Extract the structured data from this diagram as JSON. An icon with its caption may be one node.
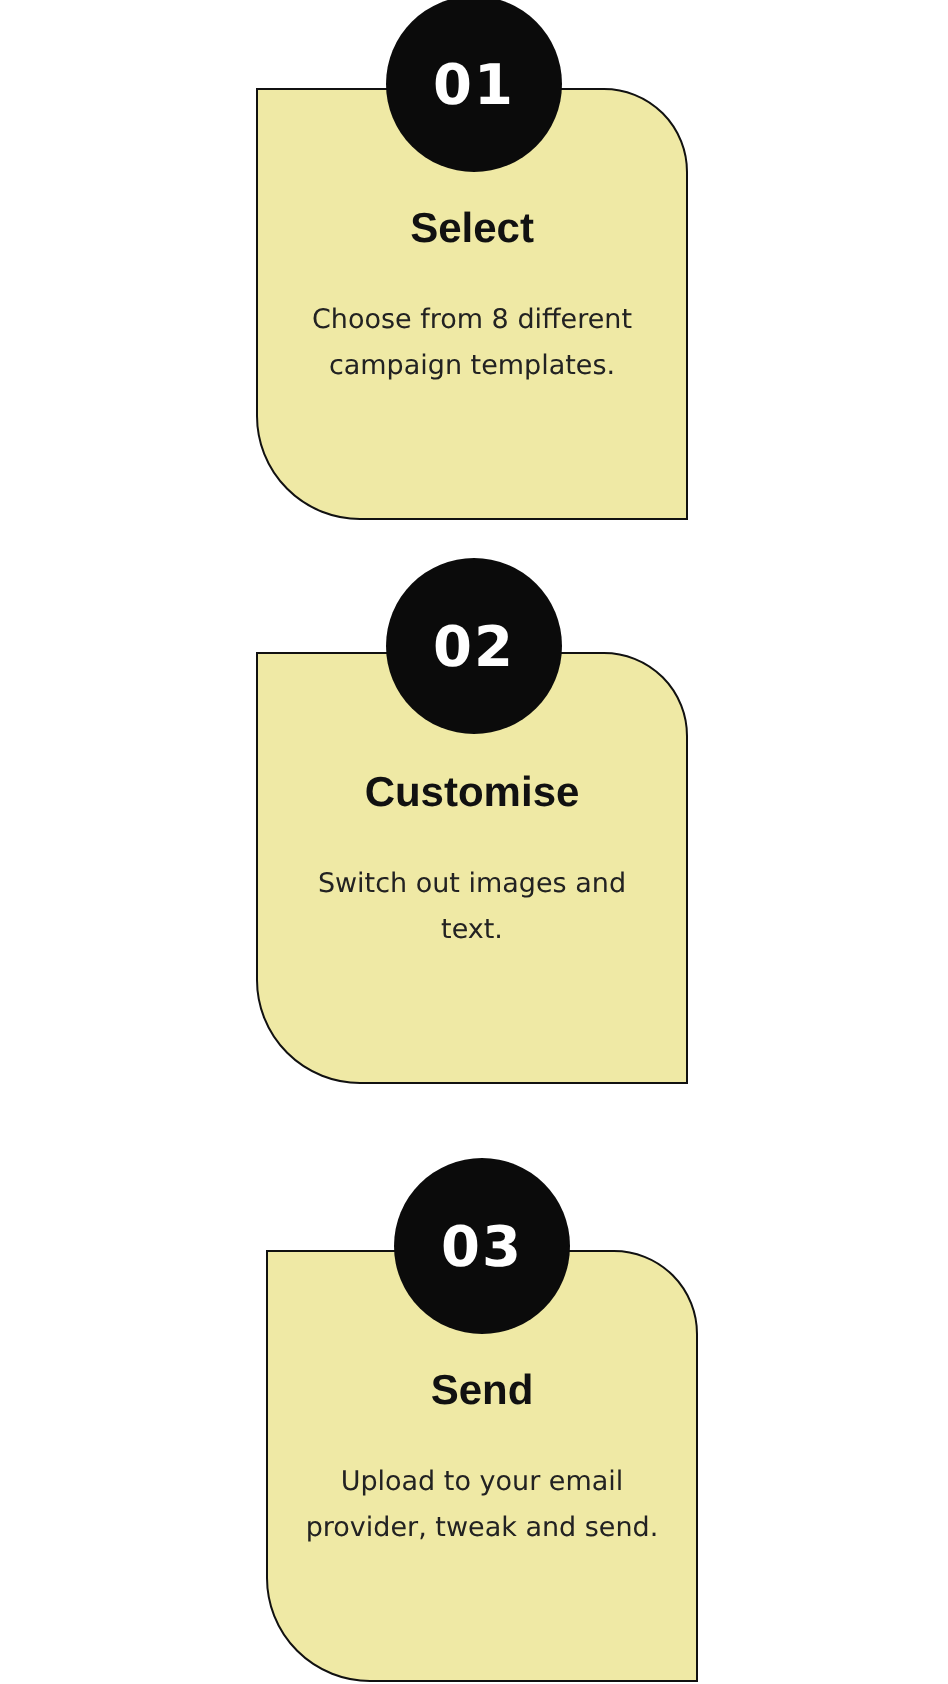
{
  "diagram": {
    "nodes": [
      {
        "text": [
          "01"
        ]
      },
      {
        "text": [
          "Select",
          "Choose from 8 different campaign templates."
        ]
      },
      {
        "text": [
          "02"
        ]
      },
      {
        "text": [
          "Customise",
          "Switch out images and text."
        ]
      },
      {
        "text": [
          "03"
        ]
      },
      {
        "text": [
          "Send",
          "Upload to your email provider, tweak and send."
        ]
      }
    ]
  }
}
